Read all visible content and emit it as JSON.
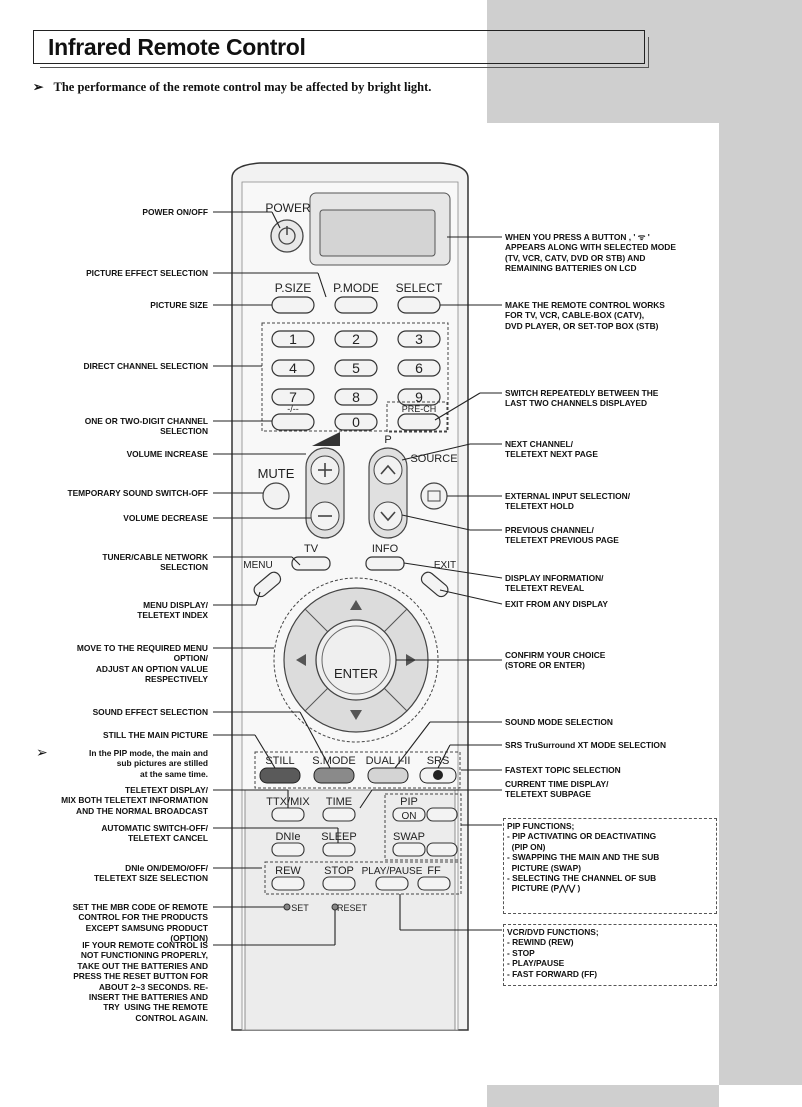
{
  "title": "Infrared Remote Control",
  "note": "The performance of the remote control may be affected by bright light.",
  "note_arrow": "➢",
  "left_labels": [
    {
      "id": "power",
      "text": "POWER ON/OFF"
    },
    {
      "id": "picture-effect",
      "text": "PICTURE EFFECT SELECTION"
    },
    {
      "id": "picture-size",
      "text": "PICTURE SIZE"
    },
    {
      "id": "direct-channel",
      "text": "DIRECT CHANNEL SELECTION"
    },
    {
      "id": "one-two-digit",
      "text": "ONE OR TWO-DIGIT CHANNEL\nSELECTION"
    },
    {
      "id": "volume-increase",
      "text": "VOLUME INCREASE"
    },
    {
      "id": "mute",
      "text": "TEMPORARY SOUND SWITCH-OFF"
    },
    {
      "id": "volume-decrease",
      "text": "VOLUME DECREASE"
    },
    {
      "id": "tuner",
      "text": "TUNER/CABLE NETWORK\nSELECTION"
    },
    {
      "id": "menu",
      "text": "MENU DISPLAY/\nTELETEXT INDEX"
    },
    {
      "id": "move",
      "text": "MOVE TO THE REQUIRED MENU\nOPTION/\nADJUST AN OPTION VALUE\nRESPECTIVELY"
    },
    {
      "id": "sound-effect",
      "text": "SOUND EFFECT SELECTION"
    },
    {
      "id": "still",
      "text": "STILL THE MAIN PICTURE"
    },
    {
      "id": "teletext-display",
      "text": "TELETEXT DISPLAY/\nMIX BOTH TELETEXT INFORMATION\nAND THE NORMAL BROADCAST"
    },
    {
      "id": "auto-off",
      "text": "AUTOMATIC SWITCH-OFF/\nTELETEXT CANCEL"
    },
    {
      "id": "dnie",
      "text": "DNIe ON/DEMO/OFF/\nTELETEXT SIZE SELECTION"
    },
    {
      "id": "set",
      "text": "SET THE MBR CODE OF REMOTE\nCONTROL FOR THE PRODUCTS\nEXCEPT SAMSUNG PRODUCT\n(OPTION)"
    },
    {
      "id": "reset",
      "text": "IF YOUR REMOTE CONTROL IS\nNOT FUNCTIONING PROPERLY,\nTAKE OUT THE BATTERIES AND\nPRESS THE RESET BUTTON FOR\nABOUT 2~3 SECONDS. RE-\nINSERT THE BATTERIES AND\nTRY  USING THE REMOTE\nCONTROL AGAIN."
    }
  ],
  "pip_note": "In the PIP mode, the main and\nsub pictures are stilled\nat the same time.",
  "right_labels": [
    {
      "id": "lcd",
      "text": "WHEN YOU PRESS A BUTTON , ' ᯤ '\nAPPEARS ALONG WITH SELECTED MODE\n(TV, VCR, CATV, DVD OR STB) AND\nREMAINING BATTERIES ON LCD"
    },
    {
      "id": "select",
      "text": "MAKE THE REMOTE CONTROL WORKS\nFOR TV, VCR, CABLE-BOX (CATV),\nDVD PLAYER, OR SET-TOP BOX (STB)"
    },
    {
      "id": "prech",
      "text": "SWITCH REPEATEDLY BETWEEN THE\nLAST TWO CHANNELS DISPLAYED"
    },
    {
      "id": "next-channel",
      "text": "NEXT CHANNEL/\nTELETEXT NEXT PAGE"
    },
    {
      "id": "source",
      "text": "EXTERNAL INPUT SELECTION/\nTELETEXT HOLD"
    },
    {
      "id": "prev-channel",
      "text": "PREVIOUS CHANNEL/\nTELETEXT PREVIOUS PAGE"
    },
    {
      "id": "info",
      "text": "DISPLAY INFORMATION/\nTELETEXT REVEAL"
    },
    {
      "id": "exit",
      "text": "EXIT FROM ANY DISPLAY"
    },
    {
      "id": "enter",
      "text": "CONFIRM YOUR CHOICE\n(STORE OR ENTER)"
    },
    {
      "id": "sound-mode",
      "text": "SOUND MODE SELECTION"
    },
    {
      "id": "srs",
      "text": "SRS TruSurround XT MODE SELECTION"
    },
    {
      "id": "fastext",
      "text": "FASTEXT TOPIC SELECTION"
    },
    {
      "id": "time",
      "text": "CURRENT TIME DISPLAY/\nTELETEXT SUBPAGE"
    }
  ],
  "pip_box": "PIP FUNCTIONS;\n- PIP ACTIVATING OR DEACTIVATING\n  (PIP ON)\n- SWAPPING THE MAIN AND THE SUB\n  PICTURE (SWAP)\n- SELECTING THE CHANNEL OF SUB\n  PICTURE (P⋀/⋁ )",
  "vcr_box": "VCR/DVD FUNCTIONS;\n- REWIND (REW)\n- STOP\n- PLAY/PAUSE\n- FAST FORWARD (FF)",
  "remote": {
    "power": "POWER",
    "psize": "P.SIZE",
    "pmode": "P.MODE",
    "select": "SELECT",
    "digits": [
      "1",
      "2",
      "3",
      "4",
      "5",
      "6",
      "7",
      "8",
      "9"
    ],
    "zero": "0",
    "dash": "-/--",
    "prech": "PRE-CH",
    "mute": "MUTE",
    "p": "P",
    "source": "SOURCE",
    "tv": "TV",
    "info": "INFO",
    "menu": "MENU",
    "exit": "EXIT",
    "enter": "ENTER",
    "still": "STILL",
    "smode": "S.MODE",
    "dual": "DUAL I-II",
    "srs": "SRS",
    "ttxmix": "TTX/MIX",
    "time": "TIME",
    "pip": "PIP",
    "on": "ON",
    "dnie": "DNIe",
    "sleep": "SLEEP",
    "swap": "SWAP",
    "rew": "REW",
    "stop": "STOP",
    "playpause": "PLAY/PAUSE",
    "ff": "FF",
    "set": "SET",
    "reset": "RESET"
  }
}
